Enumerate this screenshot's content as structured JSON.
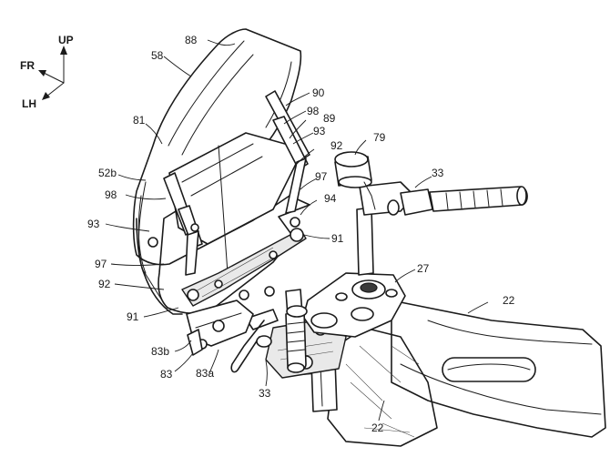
{
  "orientation": {
    "up": "UP",
    "front": "FR",
    "left_hand": "LH"
  },
  "callouts": {
    "c88": "88",
    "c58": "58",
    "c90": "90",
    "c98_upper": "98",
    "c89": "89",
    "c81": "81",
    "c93_upper": "93",
    "c92_upper": "92",
    "c79": "79",
    "c52b": "52b",
    "c97_right": "97",
    "c33_upper": "33",
    "c98_left": "98",
    "c94": "94",
    "c93_left": "93",
    "c91_right": "91",
    "c97_left": "97",
    "c27": "27",
    "c92_left": "92",
    "c22_upper": "22",
    "c91_left": "91",
    "c83b": "83b",
    "c83": "83",
    "c83a": "83a",
    "c33_lower": "33",
    "c22_lower": "22"
  }
}
